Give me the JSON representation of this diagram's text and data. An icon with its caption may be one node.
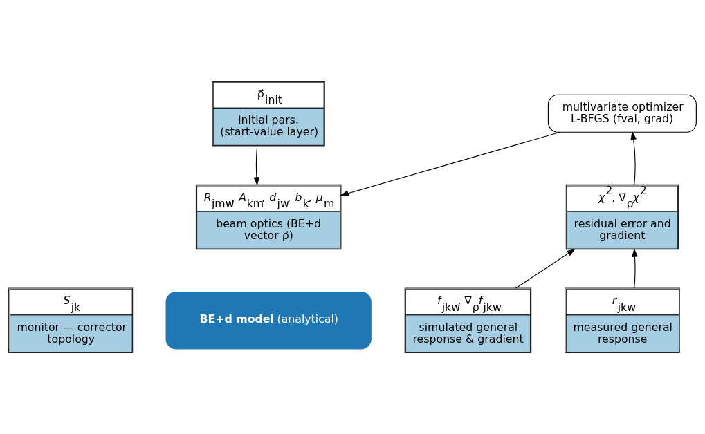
{
  "diagram": {
    "nodes": [
      {
        "text": [
          "ρ⃗$_{init}$",
          "initial pars. (start-value layer)"
        ]
      },
      {
        "text": [
          "multivariate optimizer L-BFGS (fval, grad)"
        ]
      },
      {
        "text": [
          "**BE+d model** (analytical)"
        ]
      },
      {
        "text": [
          "*R*$_{jmw}$, *A*$_{km}$, *d*$_{jw}$, *b*$_{k}$, *μ*$_{m}$",
          "beam optics (BE+d vector ρ⃗)"
        ]
      },
      {
        "text": [
          "*χ*$^{2}$, ∇⃗$_{ρ}$*χ*$^{2}$",
          "residual error and gradient"
        ]
      },
      {
        "text": [
          "*S*$_{jk}$",
          "monitor — corrector topology"
        ]
      },
      {
        "text": [
          "*f*$_{jkw}$, ∇⃗$_{ρ}$*f*$_{jkw}$",
          "simulated general response & gradient"
        ]
      },
      {
        "text": [
          "*r*$_{jkw}$",
          "measured general response"
        ]
      }
    ],
    "edges": [
      {
        "from": 0,
        "to": 3,
        "arrow": "to"
      },
      {
        "from": 1,
        "to": 3,
        "arrow": "to"
      },
      {
        "from": 4,
        "to": 1,
        "arrow": "to"
      },
      {
        "from": 6,
        "to": 4,
        "arrow": "to"
      },
      {
        "from": 7,
        "to": 4,
        "arrow": "to"
      }
    ]
  }
}
